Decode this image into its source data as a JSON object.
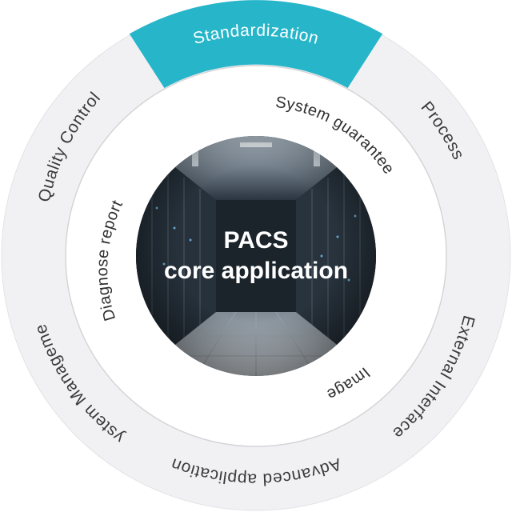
{
  "colors": {
    "accent": "#26b5c9",
    "ring": "#f1f1f4",
    "divider": "#d5d5d8"
  },
  "diagram": {
    "center": {
      "image": "server-room-corridor",
      "title_line1": "PACS",
      "title_line2": "core application"
    },
    "outer_ring": [
      {
        "label": "Standardization",
        "highlighted": true
      },
      {
        "label": "Process",
        "highlighted": false
      },
      {
        "label": "External Interface",
        "highlighted": false
      },
      {
        "label": "Advanced application",
        "highlighted": false
      },
      {
        "label": "System Management",
        "highlighted": false
      },
      {
        "label": "Quality Control",
        "highlighted": false
      }
    ],
    "inner_ring": [
      {
        "label": "System guarantee"
      },
      {
        "label": "Image"
      },
      {
        "label": "Diagnose report"
      }
    ]
  }
}
